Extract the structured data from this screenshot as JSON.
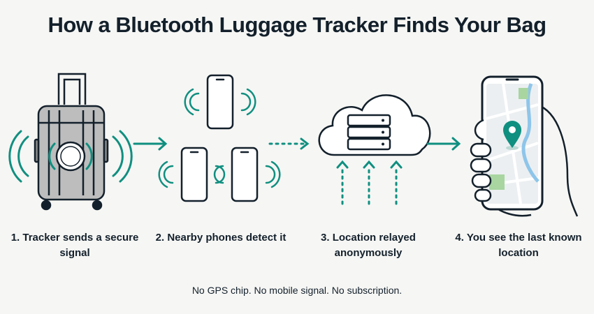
{
  "title": "How a Bluetooth Luggage Tracker Finds Your Bag",
  "steps": [
    {
      "label": "1. Tracker sends a secure signal",
      "icon": "suitcase-tracker-icon"
    },
    {
      "label": "2. Nearby phones detect it",
      "icon": "smartphones-icon"
    },
    {
      "label": "3. Location relayed anonymously",
      "icon": "cloud-server-icon"
    },
    {
      "label": "4. You see the last known location",
      "icon": "phone-map-icon"
    }
  ],
  "footer": "No GPS chip. No mobile signal. No subscription.",
  "colors": {
    "accent": "#0f8f80",
    "ink": "#13202b",
    "suitcase": "#bdbdbd",
    "background": "#f6f6f4"
  }
}
